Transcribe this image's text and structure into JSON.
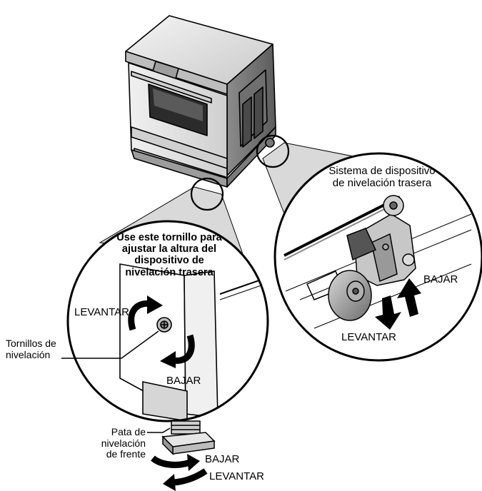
{
  "diagram": {
    "callouts": {
      "rear_system_title": [
        "Sistema de dispositivo",
        "de nivelación trasera"
      ],
      "screw_instruction": [
        "Use este tornillo para",
        "ajustar la altura del",
        "dispositivo de",
        "nivelación trasera"
      ],
      "left_detail_raise": "LEVANTAR",
      "left_detail_lower": "BAJAR",
      "leveling_screws": [
        "Tornillos de",
        "nivelación"
      ],
      "rear_raise": "LEVANTAR",
      "rear_lower": "BAJAR",
      "front_leg": [
        "Pata de",
        "nivelación",
        "de frente"
      ],
      "front_lower": "BAJAR",
      "front_raise": "LEVANTAR"
    },
    "colors": {
      "line": "#000000",
      "appliance_fill": "#e6e6e6",
      "appliance_dark": "#9a9a9a",
      "callout_fill": "#d9d9d9",
      "arrow": "#000000"
    }
  }
}
